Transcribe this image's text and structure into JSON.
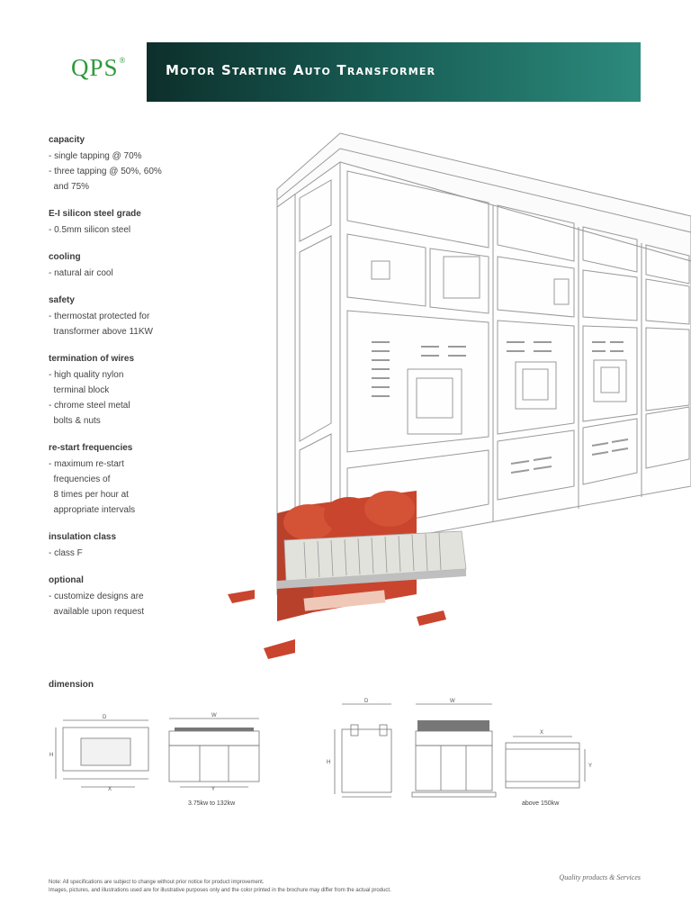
{
  "brand": {
    "name": "QPS",
    "mark": "®"
  },
  "header": {
    "title": "Motor Starting Auto Transformer"
  },
  "specs": [
    {
      "heading": "capacity",
      "lines": [
        "- single tapping @ 70%",
        "- three tapping @ 50%, 60%",
        "  and 75%"
      ]
    },
    {
      "heading": "E-I silicon steel grade",
      "lines": [
        "- 0.5mm silicon steel"
      ]
    },
    {
      "heading": "cooling",
      "lines": [
        "- natural air cool"
      ]
    },
    {
      "heading": "safety",
      "lines": [
        "- thermostat protected for",
        "  transformer above 11KW"
      ]
    },
    {
      "heading": "termination of wires",
      "lines": [
        "- high quality nylon",
        "  terminal block",
        "- chrome steel metal",
        "  bolts & nuts"
      ]
    },
    {
      "heading": "re-start frequencies",
      "lines": [
        "- maximum re-start",
        "  frequencies of",
        "  8 times per hour at",
        "  appropriate intervals"
      ]
    },
    {
      "heading": "insulation class",
      "lines": [
        "- class F"
      ]
    },
    {
      "heading": "optional",
      "lines": [
        "- customize designs are",
        "  available upon request"
      ]
    }
  ],
  "dimension": {
    "title": "dimension",
    "caption_small": "3.75kw to 132kw",
    "caption_large": "above 150kw",
    "labels": {
      "d": "D",
      "w": "W",
      "h": "H",
      "x": "X",
      "y": "Y"
    }
  },
  "footer": {
    "note_line1": "Note: All specifications are subject to change without prior notice for product improvement.",
    "note_line2": "Images, pictures, and illustrations used are for illustrative purposes only and the color printed in the brochure may differ from the actual product.",
    "tagline": "Quality products & Services"
  },
  "colors": {
    "brand_green": "#2f9a3c",
    "banner_dark": "#0d2f2b",
    "banner_light": "#2c8a7c",
    "transformer_red": "#c9452e"
  }
}
